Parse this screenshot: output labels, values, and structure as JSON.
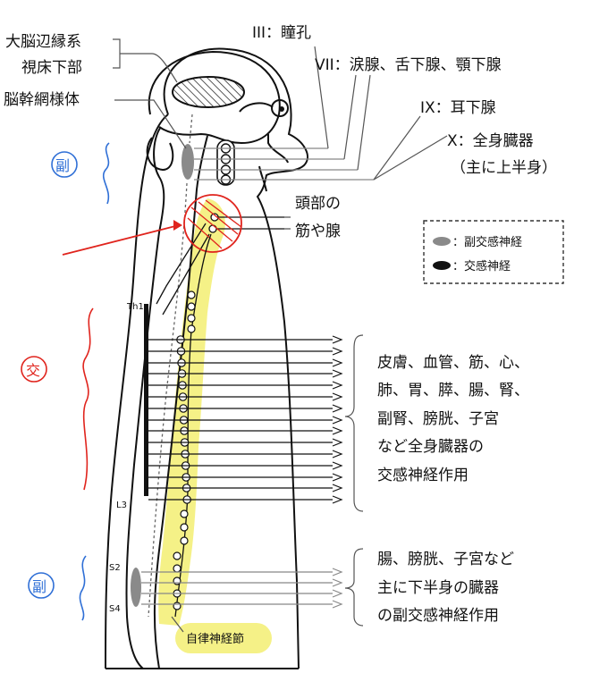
{
  "labels": {
    "hypothalamus_line1": "大脳辺縁系",
    "hypothalamus_line2": "視床下部",
    "reticular": "脳幹網様体",
    "n3": "III：瞳孔",
    "n7": "VII：涙腺、舌下腺、顎下腺",
    "n9": "IX：耳下腺",
    "n10": "X：全身臓器",
    "n10_sub": "（主に上半身）",
    "head_line1": "頭部の",
    "head_line2": "筋や腺",
    "symp_line1": "皮膚、血管、筋、心、",
    "symp_line2": "肺、胃、膵、腸、腎、",
    "symp_line3": "副腎、膀胱、子宮",
    "symp_line4": "など全身臓器の",
    "symp_line5": "交感神経作用",
    "sacral_line1": "腸、膀胱、子宮など",
    "sacral_line2": "主に下半身の臓器",
    "sacral_line3": "の副交感神経作用",
    "ganglion": "自律神経節",
    "th1": "Th1",
    "l3": "L3",
    "s2": "S2",
    "s4": "S4"
  },
  "legend": {
    "para": "：副交感神経",
    "symp": "：交感神経"
  },
  "annotations": {
    "fuku_top": "副",
    "kou": "交",
    "fuku_bottom": "副"
  },
  "colors": {
    "highlight": "#f4ef7a",
    "red_ink": "#e0241d",
    "blue_ink": "#2f6fd6",
    "para_gray": "#8a8a8a",
    "symp_black": "#111111"
  }
}
